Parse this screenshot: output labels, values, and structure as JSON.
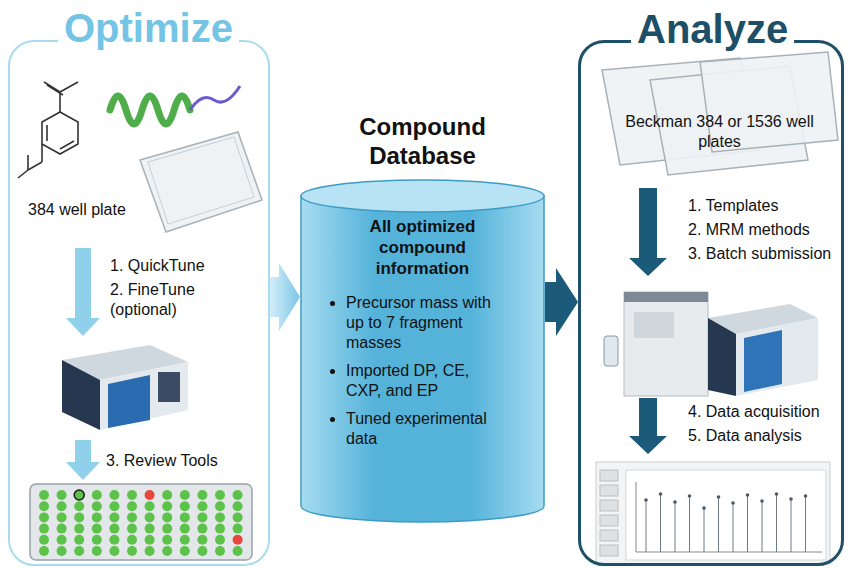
{
  "diagram": {
    "nodes": [
      {
        "text": [
          "Optimize"
        ]
      },
      {
        "text": [
          "Compound Database",
          "All optimized compound information",
          "Precursor mass with up to 7 fragment masses",
          "Imported DP, CE, CXP, and EP",
          "Tuned experimental data"
        ]
      },
      {
        "text": [
          "Analyze"
        ]
      }
    ],
    "edges": [
      {
        "from": 0,
        "to": 1,
        "arrow": "to"
      },
      {
        "from": 1,
        "to": 2,
        "arrow": "to"
      }
    ],
    "labels": [
      "384 well plate",
      "1. QuickTune",
      "2. FineTune (optional)",
      "3. Review Tools",
      "Beckman 384 or 1536 well plates",
      "1. Templates",
      "2. MRM methods",
      "3. Batch submission",
      "4. Data acquisition",
      "5. Data analysis"
    ]
  }
}
